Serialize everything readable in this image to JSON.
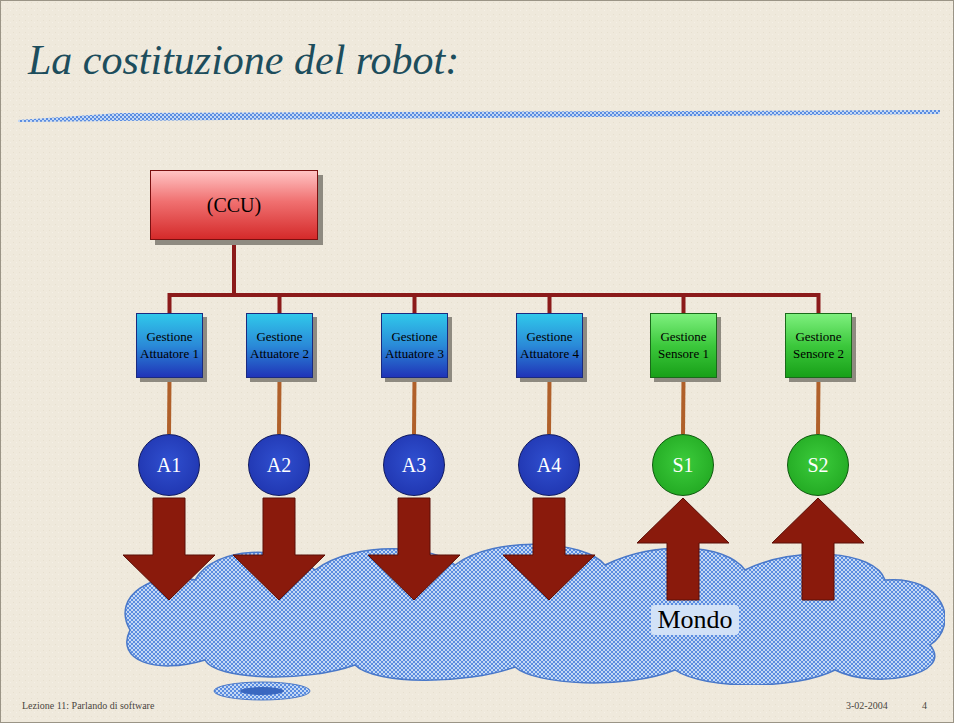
{
  "diagram": {
    "title": "La costituzione del robot:",
    "nodes": [
      {
        "text": [
          "(CCU)"
        ]
      },
      {
        "text": [
          "Gestione Attuatore 1"
        ]
      },
      {
        "text": [
          "Gestione Attuatore 2"
        ]
      },
      {
        "text": [
          "Gestione Attuatore 3"
        ]
      },
      {
        "text": [
          "Gestione Attuatore 4"
        ]
      },
      {
        "text": [
          "Gestione Sensore 1"
        ]
      },
      {
        "text": [
          "Gestione Sensore 2"
        ]
      },
      {
        "text": [
          "A1"
        ]
      },
      {
        "text": [
          "A2"
        ]
      },
      {
        "text": [
          "A3"
        ]
      },
      {
        "text": [
          "A4"
        ]
      },
      {
        "text": [
          "S1"
        ]
      },
      {
        "text": [
          "S2"
        ]
      },
      {
        "text": [
          "Mondo"
        ]
      }
    ],
    "edges": [
      {
        "from": 0,
        "to": 1,
        "arrow": "none"
      },
      {
        "from": 0,
        "to": 2,
        "arrow": "none"
      },
      {
        "from": 0,
        "to": 3,
        "arrow": "none"
      },
      {
        "from": 0,
        "to": 4,
        "arrow": "none"
      },
      {
        "from": 0,
        "to": 5,
        "arrow": "none"
      },
      {
        "from": 0,
        "to": 6,
        "arrow": "none"
      },
      {
        "from": 1,
        "to": 7,
        "arrow": "none"
      },
      {
        "from": 2,
        "to": 8,
        "arrow": "none"
      },
      {
        "from": 3,
        "to": 9,
        "arrow": "none"
      },
      {
        "from": 4,
        "to": 10,
        "arrow": "none"
      },
      {
        "from": 5,
        "to": 11,
        "arrow": "none"
      },
      {
        "from": 6,
        "to": 12,
        "arrow": "none"
      },
      {
        "from": 7,
        "to": 13,
        "arrow": "to"
      },
      {
        "from": 8,
        "to": 13,
        "arrow": "to"
      },
      {
        "from": 9,
        "to": 13,
        "arrow": "to"
      },
      {
        "from": 10,
        "to": 13,
        "arrow": "to"
      },
      {
        "from": 13,
        "to": 11,
        "arrow": "to"
      },
      {
        "from": 13,
        "to": 12,
        "arrow": "to"
      }
    ],
    "labels": [
      "Lezione 11: Parlando di software",
      "3-02-2004",
      "4"
    ]
  }
}
